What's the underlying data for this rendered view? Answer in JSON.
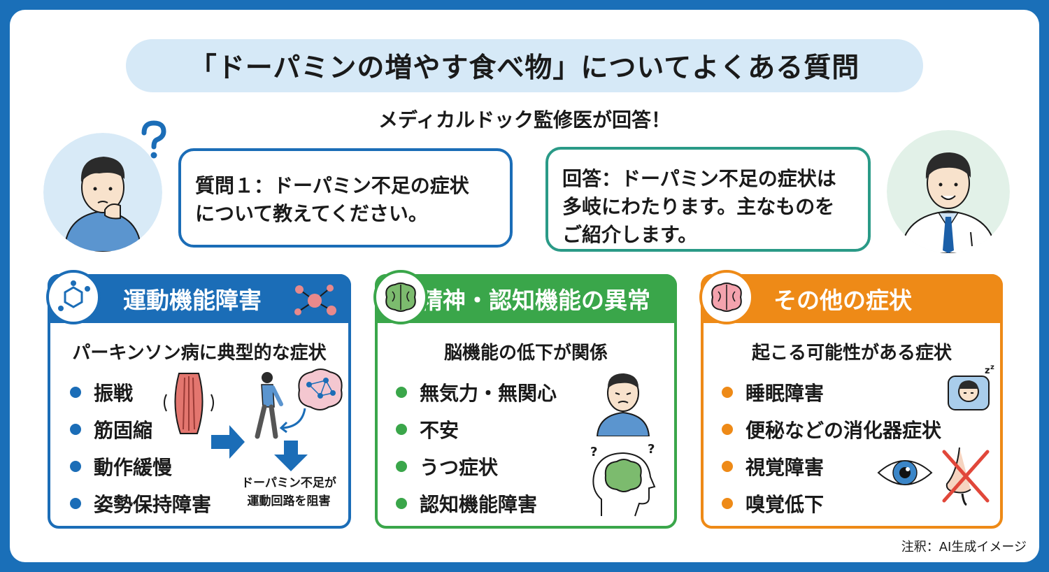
{
  "title": "「ドーパミンの増やす食べ物」についてよくある質問",
  "subtitle": "メディカルドック監修医が回答！",
  "question": {
    "line1": "質問１：ドーパミン不足の症状",
    "line2": "について教えてください。"
  },
  "answer": {
    "line1": "回答：ドーパミン不足の症状は",
    "line2": "多岐にわたります。主なものを",
    "line3": "ご紹介します。"
  },
  "cards": [
    {
      "title": "運動機能障害",
      "subtitle": "パーキンソン病に典型的な症状",
      "color": "#1b6db7",
      "items": [
        "振戦",
        "筋固縮",
        "動作緩慢",
        "姿勢保持障害"
      ],
      "caption1": "ドーパミン不足が",
      "caption2": "運動回路を阻害"
    },
    {
      "title": "精神・認知機能の異常",
      "subtitle": "脳機能の低下が関係",
      "color": "#3aa64a",
      "items": [
        "無気力・無関心",
        "不安",
        "うつ症状",
        "認知機能障害"
      ]
    },
    {
      "title": "その他の症状",
      "subtitle": "起こる可能性がある症状",
      "color": "#ee8a17",
      "items": [
        "睡眠障害",
        "便秘などの消化器症状",
        "視覚障害",
        "嗅覚低下"
      ]
    }
  ],
  "note": "注釈：AI生成イメージ",
  "icons": [
    "question-mark-icon",
    "molecule-icon",
    "brain-icon",
    "muscle-icon",
    "walking-person-icon",
    "arrow-right-icon",
    "arrow-down-icon",
    "worried-person-icon",
    "confused-head-icon",
    "sleeping-person-icon",
    "eye-icon",
    "crossed-nose-icon"
  ]
}
